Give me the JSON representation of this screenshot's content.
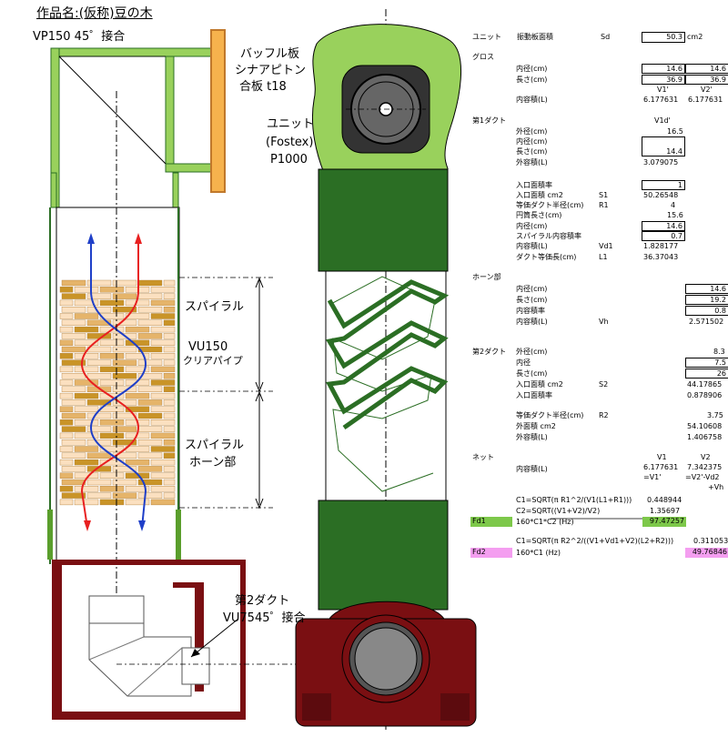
{
  "title": "作品名:(仮称)豆の木",
  "left_labels": {
    "vp": "VP150 45゜接合",
    "baffle_1": "バッフル板",
    "baffle_2": "シナアピトン",
    "baffle_3": "合板 t18",
    "unit_1": "ユニット",
    "unit_2": "(Fostex)",
    "unit_3": "P1000",
    "spiral": "スパイラル",
    "vu150": "VU150",
    "clear_pipe": "クリアパイプ",
    "spiral_horn_1": "スパイラル",
    "spiral_horn_2": "ホーン部",
    "duct2_1": "第2ダクト",
    "duct2_2": "VU7545゜接合"
  },
  "sheet": {
    "unit": {
      "label": "ユニット",
      "name": "振動板面積",
      "sym": "Sd",
      "value": "50.3",
      "unit": "cm2"
    },
    "gross": {
      "label": "グロス",
      "r1": "内径(cm)",
      "r1a": "14.6",
      "r1b": "14.6",
      "r2": "長さ(cm)",
      "r2a": "36.9",
      "r2b": "36.9",
      "h1": "V1'",
      "h2": "V2'",
      "r3": "内容積(L)",
      "r3a": "6.177631",
      "r3b": "6.177631"
    },
    "duct1": {
      "label": "第1ダクト",
      "head": "V1d'",
      "r1": "外径(cm)",
      "r1v": "16.5",
      "r2": "内径(cm)",
      "r3": "長さ(cm)",
      "r3v": "14.4",
      "r4": "外容積(L)",
      "r4v": "3.079075",
      "r5": "入口面積率",
      "r5v": "1",
      "r6": "入口面積 cm2",
      "r6s": "S1",
      "r6v": "50.26548",
      "r7": "等価ダクト半径(cm)",
      "r7s": "R1",
      "r7v": "4",
      "r8": "円筒長さ(cm)",
      "r8v": "15.6",
      "r9": "内径(cm)",
      "r9v": "14.6",
      "r10": "スパイラル内容積率",
      "r10v": "0.7",
      "r11": "内容積(L)",
      "r11s": "Vd1",
      "r11v": "1.828177",
      "r12": "ダクト等価長(cm)",
      "r12s": "L1",
      "r12v": "36.37043"
    },
    "horn": {
      "label": "ホーン部",
      "r1": "内径(cm)",
      "r1v": "14.6",
      "r2": "長さ(cm)",
      "r2v": "19.2",
      "r3": "内容積率",
      "r3v": "0.8",
      "r4": "内容積(L)",
      "r4s": "Vh",
      "r4v": "2.571502"
    },
    "duct2": {
      "label": "第2ダクト",
      "r1": "外径(cm)",
      "r1v": "8.3",
      "r2": "内径",
      "r2v": "7.5",
      "r3": "長さ(cm)",
      "r3v": "26",
      "r4": "入口面積 cm2",
      "r4s": "S2",
      "r4v": "44.17865",
      "r5": "入口面積率",
      "r5v": "0.878906",
      "r6": "等価ダクト半径(cm)",
      "r6s": "R2",
      "r6v": "3.75",
      "r7": "外面積 cm2",
      "r7v": "54.10608",
      "r8": "外容積(L)",
      "r8v": "1.406758"
    },
    "net": {
      "label": "ネット",
      "h1": "V1",
      "h2": "V2",
      "r1": "内容積(L)",
      "r1a": "6.177631",
      "r1b": "7.342375",
      "n1": "=V1'",
      "n2": "=V2'-Vd2",
      "n3": "+Vh"
    },
    "calc": {
      "c1": "C1=SQRT(π R1^2/(V1(L1+R1)))",
      "c1v": "0.448944",
      "c2": "C2=SQRT((V1+V2)/V2)",
      "c2v": "1.35697",
      "fd1": "Fd1",
      "fd1f": "160*C1*C2 (Hz)",
      "fd1v": "97.47257",
      "c3": "C1=SQRT(π R2^2/((V1+Vd1+V2)(L2+R2)))",
      "c3v": "0.311053",
      "fd2": "Fd2",
      "fd2f": "160*C1 (Hz)",
      "fd2v": "49.76846"
    }
  },
  "colors": {
    "light_green": "#99d15c",
    "pipe_green": "#5a9e2c",
    "dark_green": "#2b6e24",
    "maroon": "#7a0f12",
    "red_arrow": "#e82020",
    "blue_arrow": "#1f3fc8",
    "orange": "#f6b24d",
    "gold": "#c99428",
    "fd1_fill": "#7dc84a",
    "fd2_fill": "#f49ef0"
  }
}
